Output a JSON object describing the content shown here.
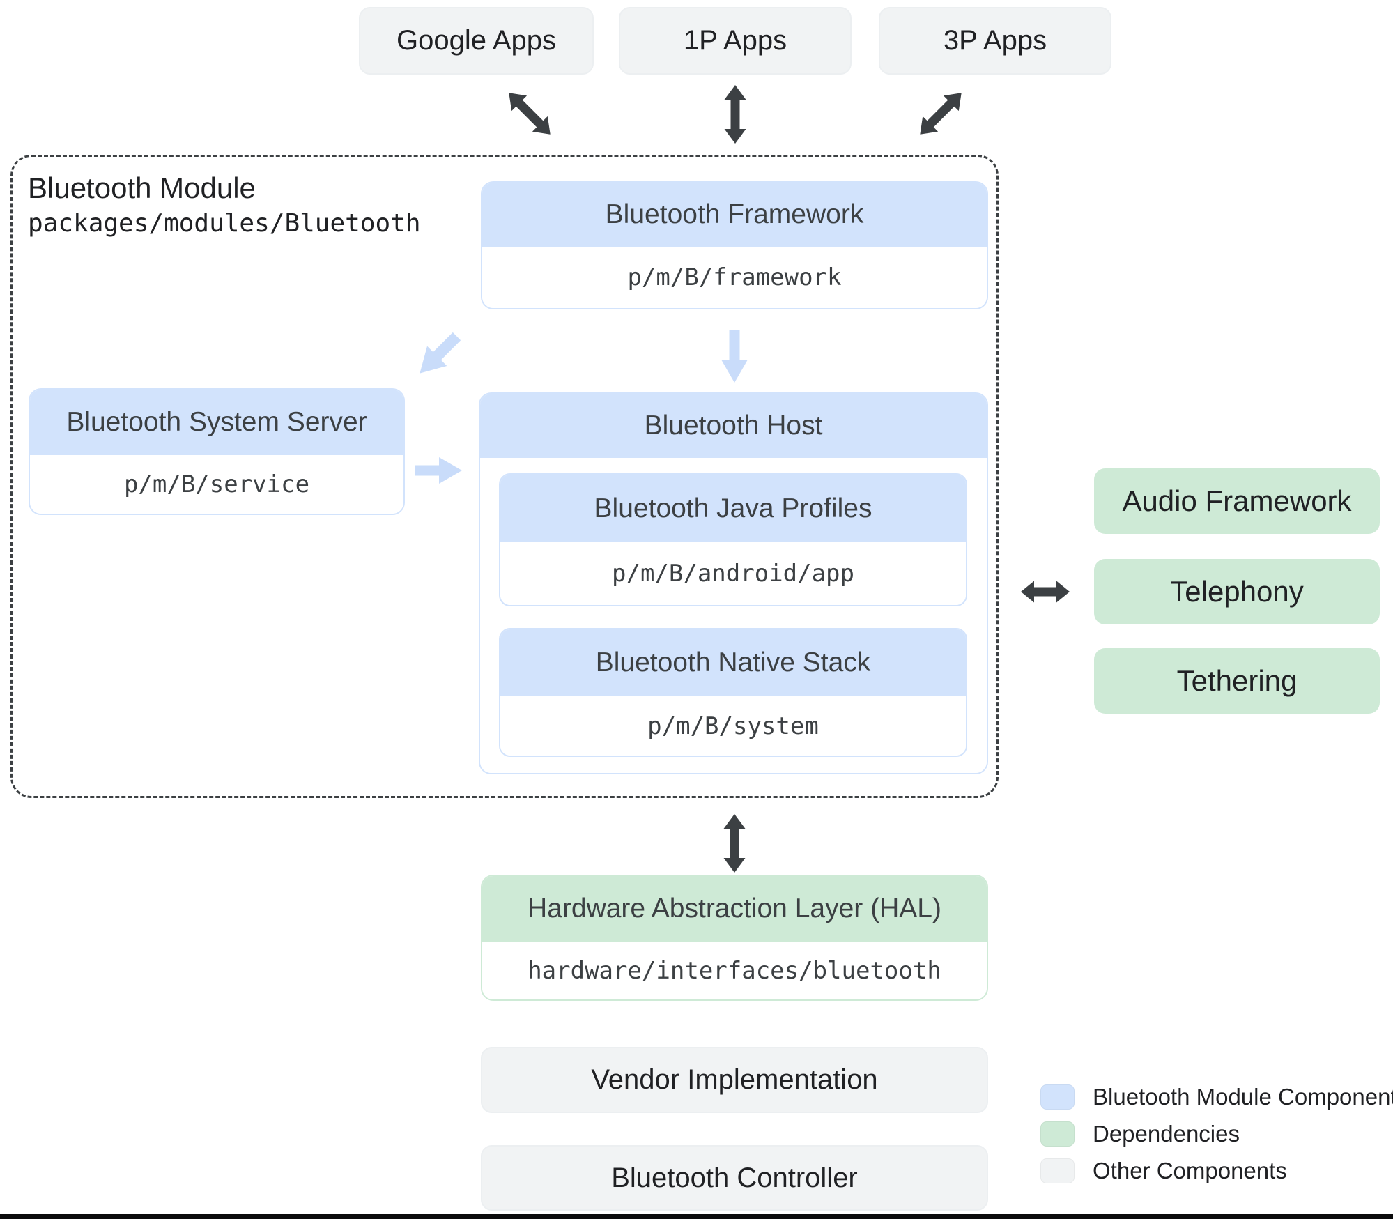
{
  "colors": {
    "module_blue": "#d2e3fc",
    "dependency_green": "#ceead6",
    "other_gray": "#f1f3f4",
    "arrow_dark": "#3c4043",
    "arrow_light": "#c9dcfa"
  },
  "top_apps": [
    {
      "label": "Google Apps"
    },
    {
      "label": "1P Apps"
    },
    {
      "label": "3P Apps"
    }
  ],
  "module": {
    "title": "Bluetooth Module",
    "path": "packages/modules/Bluetooth",
    "framework": {
      "title": "Bluetooth Framework",
      "path": "p/m/B/framework"
    },
    "system_server": {
      "title": "Bluetooth System Server",
      "path": "p/m/B/service"
    },
    "host": {
      "title": "Bluetooth Host",
      "java_profiles": {
        "title": "Bluetooth Java Profiles",
        "path": "p/m/B/android/app"
      },
      "native_stack": {
        "title": "Bluetooth Native Stack",
        "path": "p/m/B/system"
      }
    }
  },
  "dependencies": [
    {
      "label": "Audio Framework"
    },
    {
      "label": "Telephony"
    },
    {
      "label": "Tethering"
    }
  ],
  "hal": {
    "title": "Hardware Abstraction Layer (HAL)",
    "path": "hardware/interfaces/bluetooth"
  },
  "other_components": [
    {
      "label": "Vendor Implementation"
    },
    {
      "label": "Bluetooth Controller"
    }
  ],
  "legend": [
    {
      "label": "Bluetooth Module Components",
      "color": "#d2e3fc"
    },
    {
      "label": "Dependencies",
      "color": "#ceead6"
    },
    {
      "label": "Other Components",
      "color": "#f1f3f4"
    }
  ]
}
